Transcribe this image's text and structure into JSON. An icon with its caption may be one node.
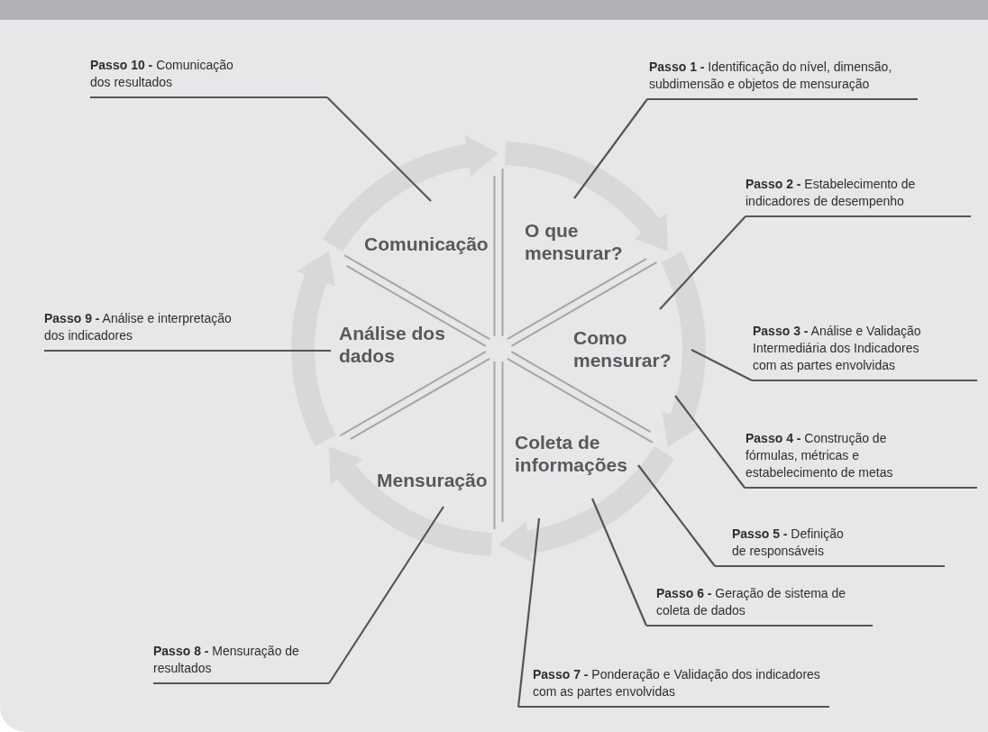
{
  "diagram": {
    "nodes": [
      {
        "text": [
          "**Passo 1 -** Identificação do nível, dimensão, subdimensão e objetos de mensuração"
        ]
      },
      {
        "text": [
          "**Passo 2 -** Estabelecimento de indicadores de desempenho"
        ]
      },
      {
        "text": [
          "**Passo 3 -** Análise e Validação Intermediária dos Indicadores com as partes envolvidas"
        ]
      },
      {
        "text": [
          "**Passo 4 -** Construção de fórmulas, métricas e estabelecimento de metas"
        ]
      },
      {
        "text": [
          "**Passo 5 -** Definição de responsáveis"
        ]
      },
      {
        "text": [
          "**Passo 6 -** Geração de sistema de coleta de dados"
        ]
      },
      {
        "text": [
          "**Passo 7 -** Ponderação e Validação dos indicadores com as partes envolvidas"
        ]
      },
      {
        "text": [
          "**Passo 8 -** Mensuração de resultados"
        ]
      },
      {
        "text": [
          "**Passo 9 -** Análise e interpretação dos indicadores"
        ]
      },
      {
        "text": [
          "**Passo 10 -** Comunicação dos resultados"
        ]
      },
      {
        "text": [
          "Comunicação"
        ]
      },
      {
        "text": [
          "O que mensurar?"
        ]
      },
      {
        "text": [
          "Análise dos dados"
        ]
      },
      {
        "text": [
          "Como mensurar?"
        ]
      },
      {
        "text": [
          "Coleta de informações"
        ]
      },
      {
        "text": [
          "Mensuração"
        ]
      }
    ],
    "edges": [
      {
        "from": 0,
        "to": 11,
        "arrow": "none"
      },
      {
        "from": 1,
        "to": 13,
        "arrow": "none"
      },
      {
        "from": 2,
        "to": 13,
        "arrow": "none"
      },
      {
        "from": 3,
        "to": 13,
        "arrow": "none"
      },
      {
        "from": 4,
        "to": 14,
        "arrow": "none"
      },
      {
        "from": 5,
        "to": 14,
        "arrow": "none"
      },
      {
        "from": 6,
        "to": 14,
        "arrow": "none"
      },
      {
        "from": 7,
        "to": 15,
        "arrow": "none"
      },
      {
        "from": 8,
        "to": 12,
        "arrow": "none"
      },
      {
        "from": 9,
        "to": 10,
        "arrow": "none"
      }
    ]
  }
}
